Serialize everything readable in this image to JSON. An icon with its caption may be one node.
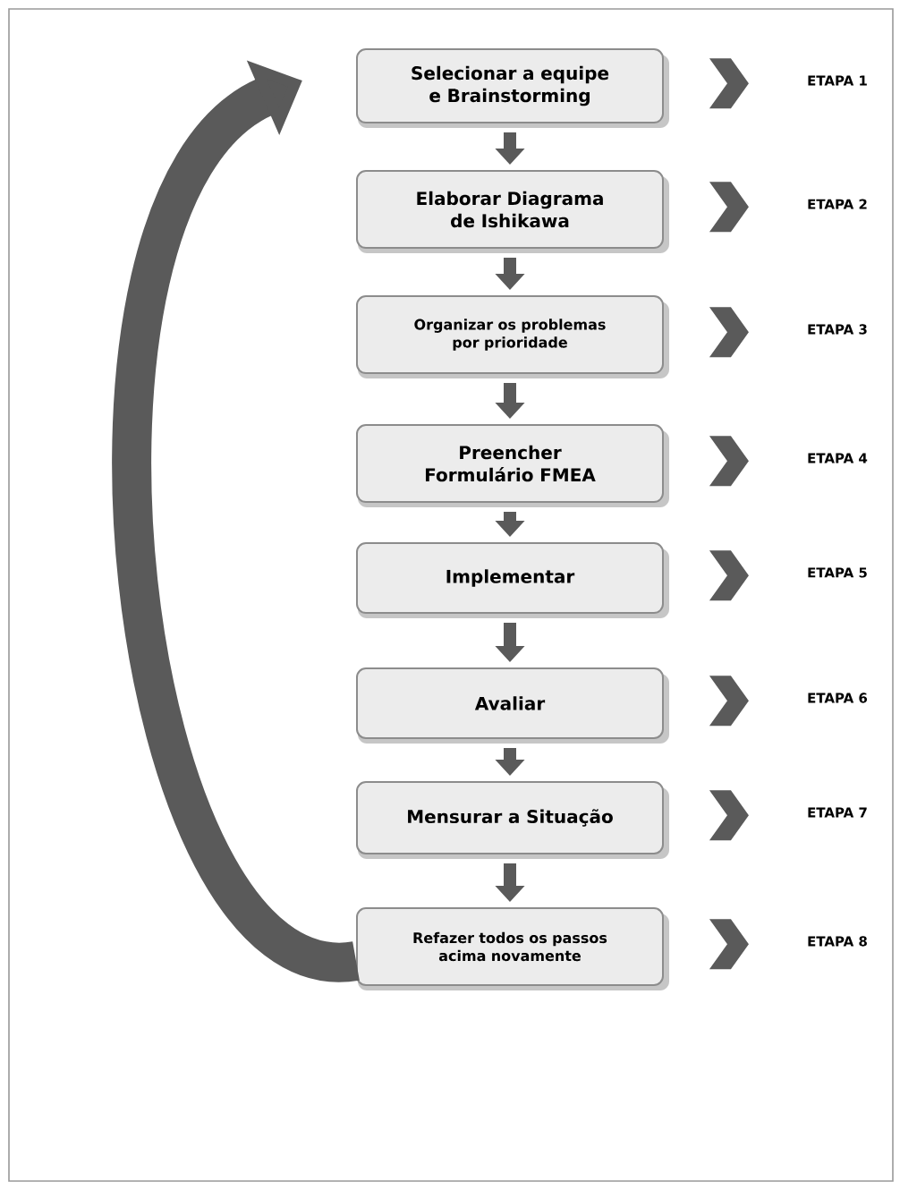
{
  "diagram": {
    "nodes": [
      {
        "text": [
          "Selecionar a equipe e Brainstorming"
        ]
      },
      {
        "text": [
          "ETAPA 1"
        ]
      },
      {
        "text": [
          "Elaborar Diagrama de Ishikawa"
        ]
      },
      {
        "text": [
          "ETAPA 2"
        ]
      },
      {
        "text": [
          "Organizar os problemas por prioridade"
        ]
      },
      {
        "text": [
          "ETAPA 3"
        ]
      },
      {
        "text": [
          "Preencher Formulário FMEA"
        ]
      },
      {
        "text": [
          "ETAPA 4"
        ]
      },
      {
        "text": [
          "Implementar"
        ]
      },
      {
        "text": [
          "ETAPA 5"
        ]
      },
      {
        "text": [
          "Avaliar"
        ]
      },
      {
        "text": [
          "ETAPA 6"
        ]
      },
      {
        "text": [
          "Mensurar a Situação"
        ]
      },
      {
        "text": [
          "ETAPA 7"
        ]
      },
      {
        "text": [
          "Refazer todos os passos acima novamente"
        ]
      },
      {
        "text": [
          "ETAPA 8"
        ]
      }
    ],
    "edges": [
      {
        "from": 0,
        "to": 2,
        "arrow": "to"
      },
      {
        "from": 2,
        "to": 4,
        "arrow": "to"
      },
      {
        "from": 4,
        "to": 6,
        "arrow": "to"
      },
      {
        "from": 6,
        "to": 8,
        "arrow": "to"
      },
      {
        "from": 8,
        "to": 10,
        "arrow": "to"
      },
      {
        "from": 10,
        "to": 12,
        "arrow": "to"
      },
      {
        "from": 12,
        "to": 14,
        "arrow": "to"
      },
      {
        "from": 0,
        "to": 1,
        "arrow": "to"
      },
      {
        "from": 2,
        "to": 3,
        "arrow": "to"
      },
      {
        "from": 4,
        "to": 5,
        "arrow": "to"
      },
      {
        "from": 6,
        "to": 7,
        "arrow": "to"
      },
      {
        "from": 8,
        "to": 9,
        "arrow": "to"
      },
      {
        "from": 10,
        "to": 11,
        "arrow": "to"
      },
      {
        "from": 12,
        "to": 13,
        "arrow": "to"
      },
      {
        "from": 14,
        "to": 15,
        "arrow": "to"
      },
      {
        "from": 14,
        "to": 0,
        "arrow": "to",
        "style": "thick"
      }
    ]
  }
}
